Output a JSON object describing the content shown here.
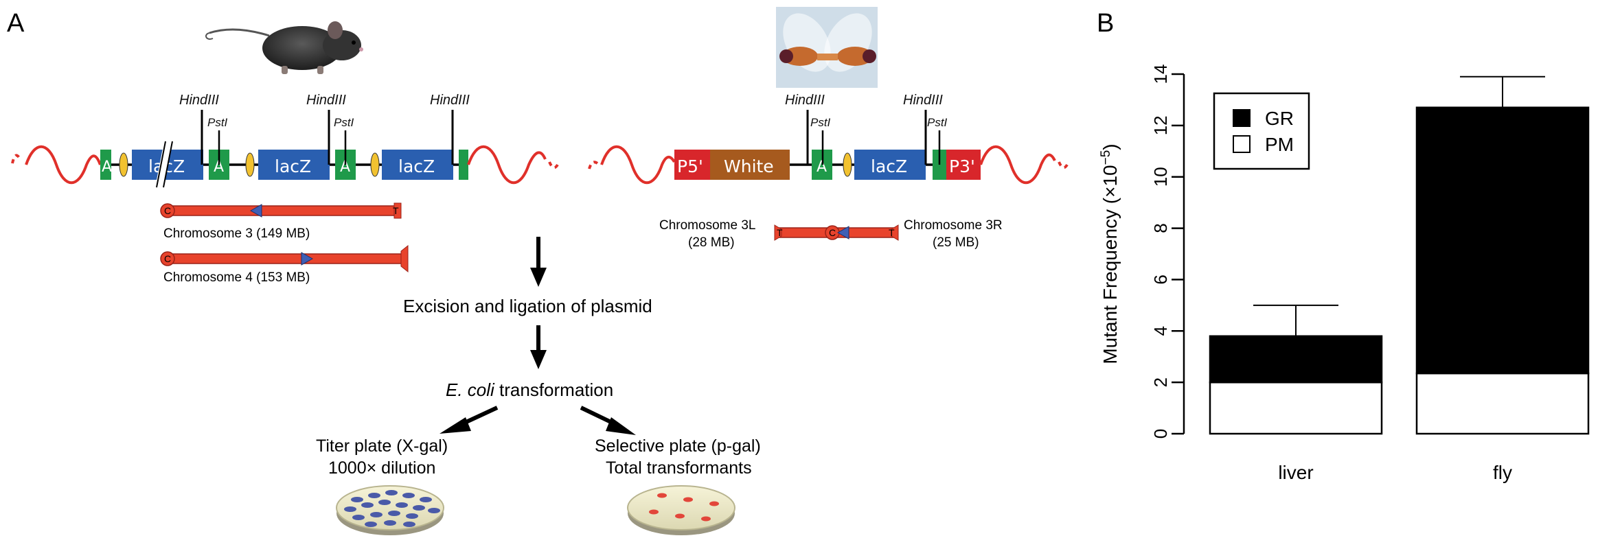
{
  "panel_a": {
    "letter": "A",
    "mouse": {
      "site_hind": "HindIII",
      "site_pst": "PstI",
      "lacz": "lacZ",
      "lacz_cut": "lacZ",
      "ori_label": "A",
      "chromosomes": [
        {
          "label": "Chromosome 3 (149 MB)",
          "centromere": "C",
          "telomere": "T"
        },
        {
          "label": "Chromosome 4 (153 MB)",
          "centromere": "C",
          "telomere": "T"
        }
      ]
    },
    "fly": {
      "p5": "P5'",
      "white": "White",
      "lacz": "lacZ",
      "ori_label": "A",
      "p3": "P3'",
      "site_hind": "HindIII",
      "site_pst": "PstI",
      "chr_left": "Chromosome 3L",
      "chr_left_size": "(28 MB)",
      "chr_right": "Chromosome 3R",
      "chr_right_size": "(25 MB)",
      "centromere": "C",
      "telomere": "T"
    },
    "flow": {
      "step1": "Excision and ligation of plasmid",
      "step2_italic": "E. coli",
      "step2_rest": " transformation",
      "titer_line1": "Titer plate (X-gal)",
      "titer_line2": "1000× dilution",
      "selective_line1": "Selective plate (p-gal)",
      "selective_line2": "Total transformants"
    },
    "colors": {
      "wave": "#e0302a",
      "lacz": "#2a5fb0",
      "ori": "#1f9a4a",
      "loxp": "#f2c230",
      "p_element": "#d8262b",
      "white_gene": "#a65a1e",
      "chromosome": "#e8432c",
      "centromere_arrow": "#3f5fb5"
    }
  },
  "panel_b": {
    "letter": "B",
    "legend": [
      {
        "label": "GR",
        "color": "#000000"
      },
      {
        "label": "PM",
        "color": "#ffffff"
      }
    ]
  },
  "chart_data": {
    "type": "bar",
    "stacked": true,
    "categories": [
      "liver",
      "fly"
    ],
    "series": [
      {
        "name": "PM",
        "values": [
          2.0,
          2.35
        ],
        "color": "#ffffff"
      },
      {
        "name": "GR",
        "values": [
          1.8,
          10.35
        ],
        "color": "#000000"
      }
    ],
    "totals": [
      3.8,
      12.7
    ],
    "error_upper": [
      5.0,
      13.9
    ],
    "ylabel": "Mutant Frequency (×10",
    "ylabel_exp": "−5",
    "ylabel_close": ")",
    "ylim": [
      0,
      14
    ],
    "yticks": [
      0,
      2,
      4,
      6,
      8,
      10,
      12,
      14
    ],
    "legend_position": "top-left",
    "grid": false
  }
}
